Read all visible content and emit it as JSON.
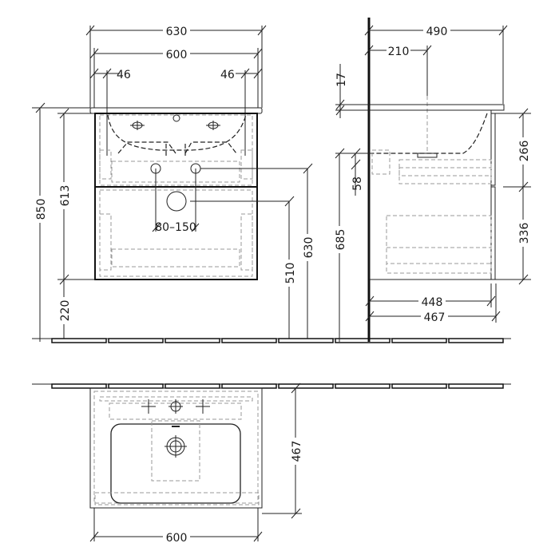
{
  "drawing": {
    "type": "technical-dimension-drawing",
    "units": "mm",
    "views": {
      "front": {
        "widths": {
          "overall": "630",
          "cabinet": "600",
          "left_offset": "46",
          "right_offset": "46"
        },
        "heights": {
          "total": "850",
          "cabinet": "613",
          "floor_gap": "220",
          "drain_height": "510",
          "inlet_height": "630"
        },
        "pipe_spacing": "80–150"
      },
      "side": {
        "depths": {
          "top_depth": "490",
          "tap_offset": "210",
          "cabinet_inner": "448",
          "cabinet_outer": "467"
        },
        "heights": {
          "top_thickness": "17",
          "upper_drawer": "266",
          "lower_drawer": "336",
          "siphon_gap": "58",
          "wall_height": "685"
        }
      },
      "top": {
        "width": "600",
        "depth": "467"
      }
    }
  },
  "labels": {
    "w630": "630",
    "w600": "600",
    "w46a": "46",
    "w46b": "46",
    "h850": "850",
    "h613": "613",
    "h220": "220",
    "h510": "510",
    "h630": "630",
    "pipes": "80–150",
    "d490": "490",
    "d210": "210",
    "h17": "17",
    "h266": "266",
    "h58": "58",
    "h685": "685",
    "h336": "336",
    "d448": "448",
    "d467": "467",
    "t467": "467",
    "t600": "600"
  }
}
